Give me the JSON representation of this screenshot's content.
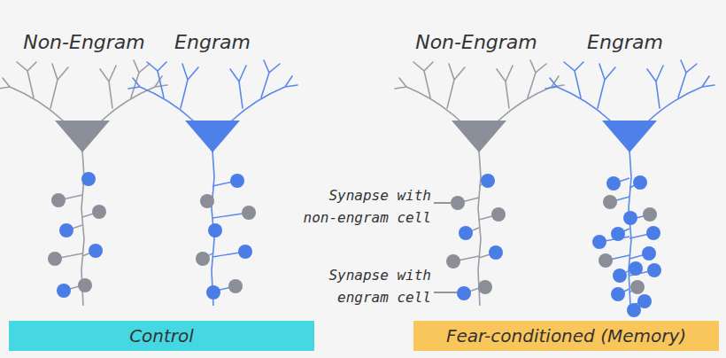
{
  "diagram": {
    "nodes": [
      {
        "text": [
          "Control"
        ]
      },
      {
        "text": [
          "Fear-conditioned (Memory)"
        ]
      }
    ],
    "labels": [
      "Non-Engram",
      "Engram",
      "Non-Engram",
      "Engram",
      "Synapse with non-engram cell",
      "Synapse with engram cell"
    ]
  }
}
